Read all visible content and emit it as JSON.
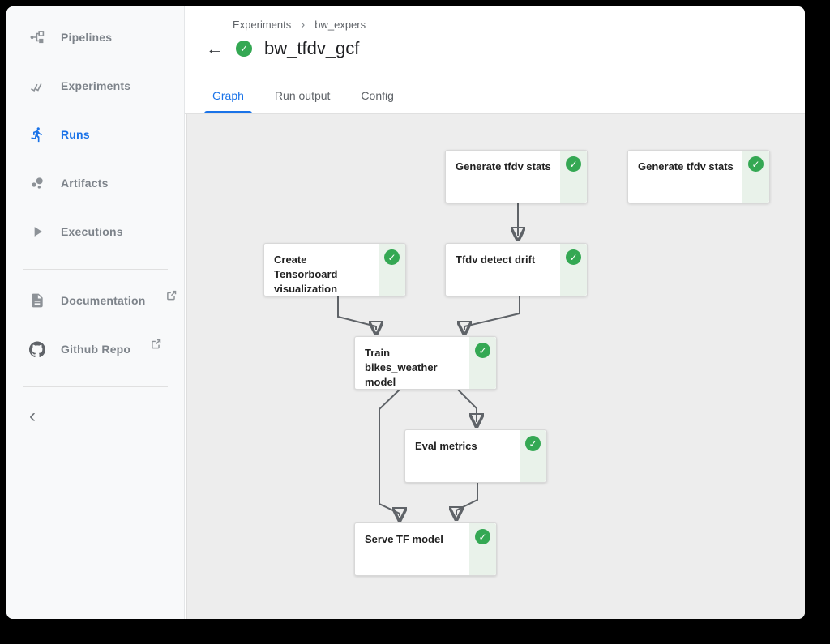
{
  "icons": {
    "check": "✓",
    "back_arrow": "←",
    "breadcrumb_separator": "›",
    "collapse": "‹"
  },
  "sidebar": {
    "items": [
      {
        "label": "Pipelines",
        "active": false
      },
      {
        "label": "Experiments",
        "active": false
      },
      {
        "label": "Runs",
        "active": true
      },
      {
        "label": "Artifacts",
        "active": false
      },
      {
        "label": "Executions",
        "active": false
      }
    ],
    "links": [
      {
        "label": "Documentation",
        "external": true
      },
      {
        "label": "Github Repo",
        "external": true
      }
    ]
  },
  "header": {
    "breadcrumb": [
      "Experiments",
      "bw_expers"
    ],
    "title": "bw_tfdv_gcf",
    "status": "Succeeded"
  },
  "tabs": [
    {
      "label": "Graph",
      "active": true
    },
    {
      "label": "Run output",
      "active": false
    },
    {
      "label": "Config",
      "active": false
    }
  ],
  "graph": {
    "nodes": [
      {
        "id": "generate-tfdv-stats-1",
        "label": "Generate tfdv stats",
        "status": "Succeeded"
      },
      {
        "id": "generate-tfdv-stats-2",
        "label": "Generate tfdv stats",
        "status": "Succeeded"
      },
      {
        "id": "create-tensorboard-visualization",
        "label": "Create Tensorboard visualization",
        "status": "Succeeded"
      },
      {
        "id": "tfdv-detect-drift",
        "label": "Tfdv detect drift",
        "status": "Succeeded"
      },
      {
        "id": "train-bikes-weather-model",
        "label": "Train bikes_weather model",
        "status": "Succeeded"
      },
      {
        "id": "eval-metrics",
        "label": "Eval metrics",
        "status": "Succeeded"
      },
      {
        "id": "serve-tf-model",
        "label": "Serve TF model",
        "status": "Succeeded"
      }
    ],
    "edges": [
      {
        "from": "generate-tfdv-stats-1",
        "to": "tfdv-detect-drift"
      },
      {
        "from": "create-tensorboard-visualization",
        "to": "train-bikes-weather-model"
      },
      {
        "from": "tfdv-detect-drift",
        "to": "train-bikes-weather-model"
      },
      {
        "from": "train-bikes-weather-model",
        "to": "eval-metrics"
      },
      {
        "from": "train-bikes-weather-model",
        "to": "serve-tf-model"
      },
      {
        "from": "eval-metrics",
        "to": "serve-tf-model"
      }
    ]
  },
  "colors": {
    "accent_blue": "#1a73e8",
    "success_green": "#34a853",
    "status_strip_green": "#e9f2ea",
    "graph_background": "#ededed",
    "sidebar_background": "#f8f9fa"
  }
}
